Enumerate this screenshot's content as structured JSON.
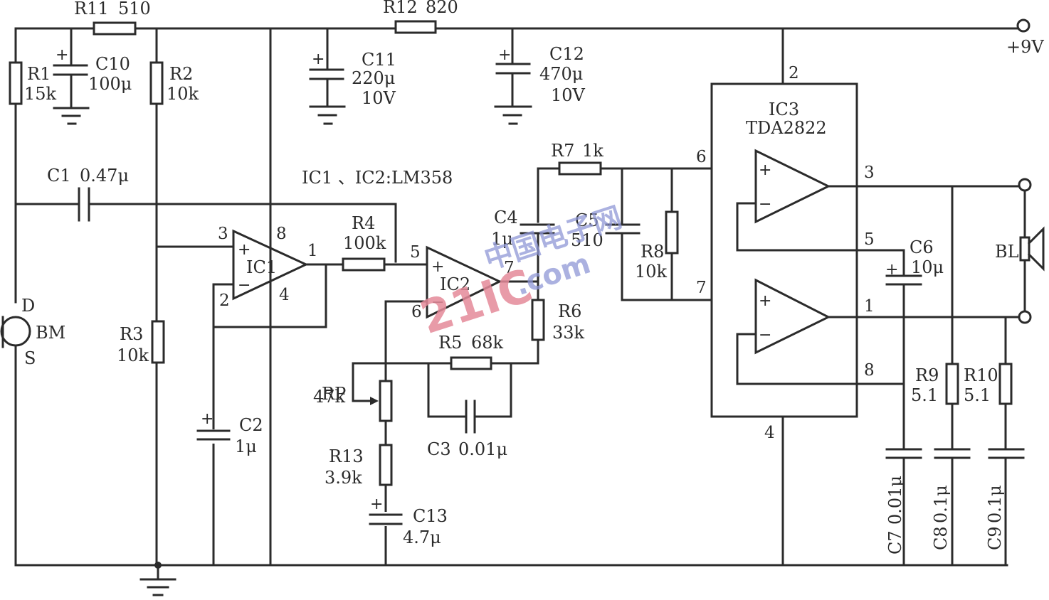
{
  "title": "LM358 + TDA2822 microphone audio amplifier circuit",
  "supply": {
    "label": "+9V"
  },
  "ic_note": "IC1 、IC2:LM358",
  "ic3": {
    "name": "IC3",
    "part": "TDA2822",
    "pins": [
      "2",
      "6",
      "3",
      "5",
      "7",
      "1",
      "8",
      "4"
    ]
  },
  "ic1": {
    "name": "IC1",
    "pins": [
      "3",
      "8",
      "1",
      "2",
      "4"
    ]
  },
  "ic2": {
    "name": "IC2",
    "pins": [
      "5",
      "7",
      "6"
    ]
  },
  "mic": {
    "name": "BM",
    "pin_d": "D",
    "pin_s": "S"
  },
  "speaker": {
    "name": "BL"
  },
  "components": {
    "r1": {
      "ref": "R1",
      "value": "15k"
    },
    "r2": {
      "ref": "R2",
      "value": "10k"
    },
    "r3": {
      "ref": "R3",
      "value": "10k"
    },
    "r4": {
      "ref": "R4",
      "value": "100k"
    },
    "r5": {
      "ref": "R5",
      "value": "68k"
    },
    "r6": {
      "ref": "R6",
      "value": "33k"
    },
    "r7": {
      "ref": "R7",
      "value": "1k"
    },
    "r8": {
      "ref": "R8",
      "value": "10k"
    },
    "r9": {
      "ref": "R9",
      "value": "5.1"
    },
    "r10": {
      "ref": "R10",
      "value": "5.1"
    },
    "r11": {
      "ref": "R11",
      "value": "510"
    },
    "r12": {
      "ref": "R12",
      "value": "820"
    },
    "r13": {
      "ref": "R13",
      "value": "3.9k"
    },
    "rp": {
      "ref": "RP",
      "value": "47k"
    },
    "c1": {
      "ref": "C1",
      "value": "0.47μ"
    },
    "c2": {
      "ref": "C2",
      "value": "1μ"
    },
    "c3": {
      "ref": "C3",
      "value": "0.01μ"
    },
    "c4": {
      "ref": "C4",
      "value": "1μ"
    },
    "c5": {
      "ref": "C5",
      "value": "510"
    },
    "c6": {
      "ref": "C6",
      "value": "10μ"
    },
    "c7": {
      "ref": "C7",
      "value": "0.01μ"
    },
    "c8": {
      "ref": "C8",
      "value": "0.1μ"
    },
    "c9": {
      "ref": "C9",
      "value": "0.1μ"
    },
    "c10": {
      "ref": "C10",
      "value": "100μ"
    },
    "c11": {
      "ref": "C11",
      "value": "220μ",
      "voltage": "10V"
    },
    "c12": {
      "ref": "C12",
      "value": "470μ",
      "voltage": "10V"
    },
    "c13": {
      "ref": "C13",
      "value": "4.7μ"
    }
  },
  "polarity": {
    "plus": "+",
    "minus": "−"
  },
  "watermark": {
    "main": "21IC",
    "sub": "中国电子网",
    "domain": ".com"
  }
}
